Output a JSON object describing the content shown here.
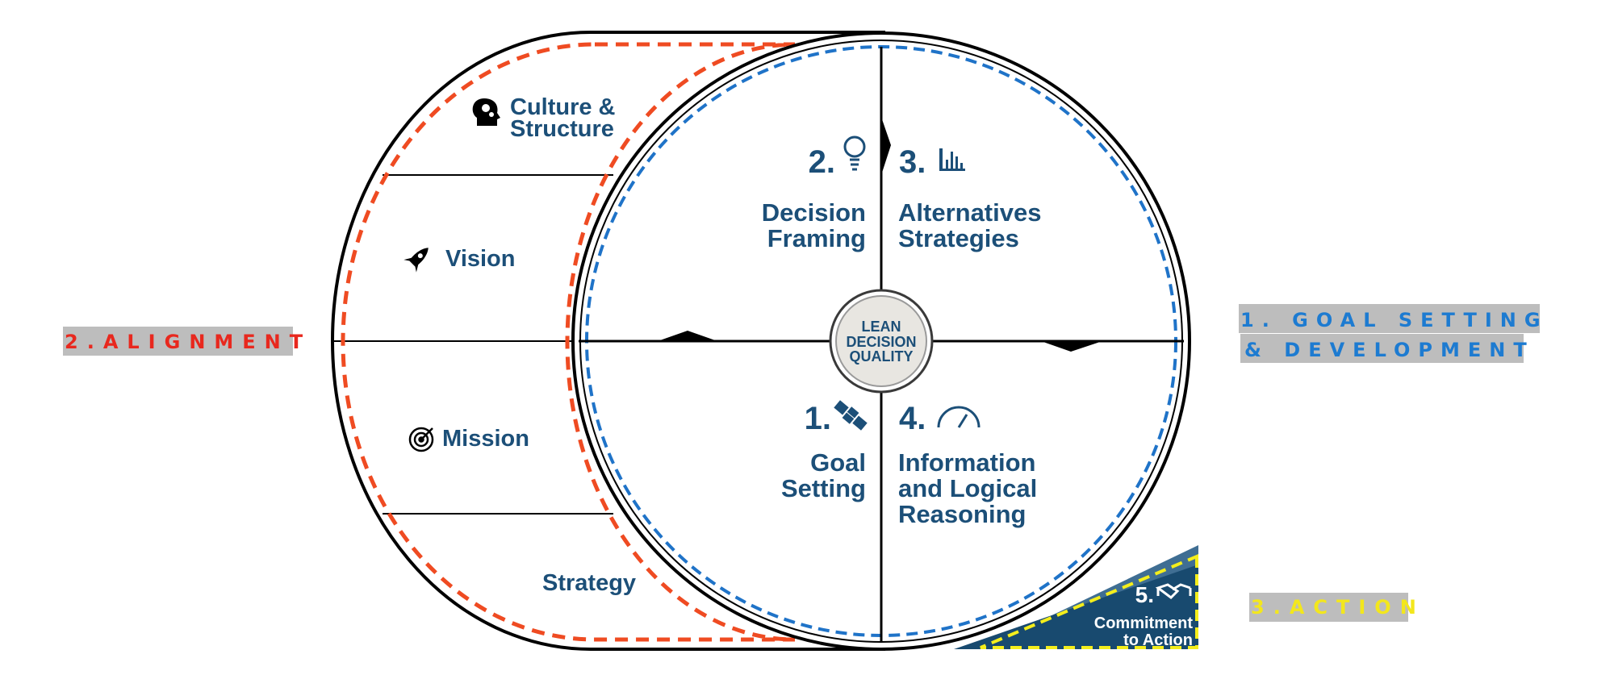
{
  "center": {
    "line1": "LEAN",
    "line2": "DECISION",
    "line3": "QUALITY"
  },
  "quadrants": [
    {
      "number": "2.",
      "line1": "Decision",
      "line2": "Framing",
      "icon": "lightbulb-icon"
    },
    {
      "number": "3.",
      "line1": "Alternatives",
      "line2": "Strategies",
      "icon": "bar-chart-icon"
    },
    {
      "number": "1.",
      "line1": "Goal",
      "line2": "Setting",
      "icon": "satellite-icon"
    },
    {
      "number": "4.",
      "line1": "Information",
      "line2": "and Logical",
      "line3": "Reasoning",
      "icon": "gauge-icon"
    }
  ],
  "commitment": {
    "number": "5.",
    "line1": "Commitment",
    "line2": "to Action",
    "icon": "handshake-icon"
  },
  "bands": [
    {
      "label1": "Culture &",
      "label2": "Structure",
      "icon": "head-gears-icon"
    },
    {
      "label1": "Vision",
      "icon": "rocket-icon"
    },
    {
      "label1": "Mission",
      "icon": "target-icon"
    },
    {
      "label1": "Strategy"
    }
  ],
  "phases": {
    "alignment": {
      "text": "2.ALIGNMENT",
      "color": "#e8281e",
      "background": "#bdbdbd"
    },
    "goal_setting": {
      "line1": "1. GOAL SETTING",
      "line2": "& DEVELOPMENT",
      "color": "#1d7bd1",
      "background": "#bdbdbd"
    },
    "action": {
      "text": "3.ACTION",
      "color": "#f3e71c",
      "background": "#bdbdbd"
    }
  },
  "colors": {
    "navy": "#1c4f78",
    "dark_navy": "#184a6f",
    "steel": "#3f6e93",
    "orange_dash": "#ef4b22",
    "blue_dash": "#1f73c8",
    "yellow_dash": "#f4ee1c"
  }
}
